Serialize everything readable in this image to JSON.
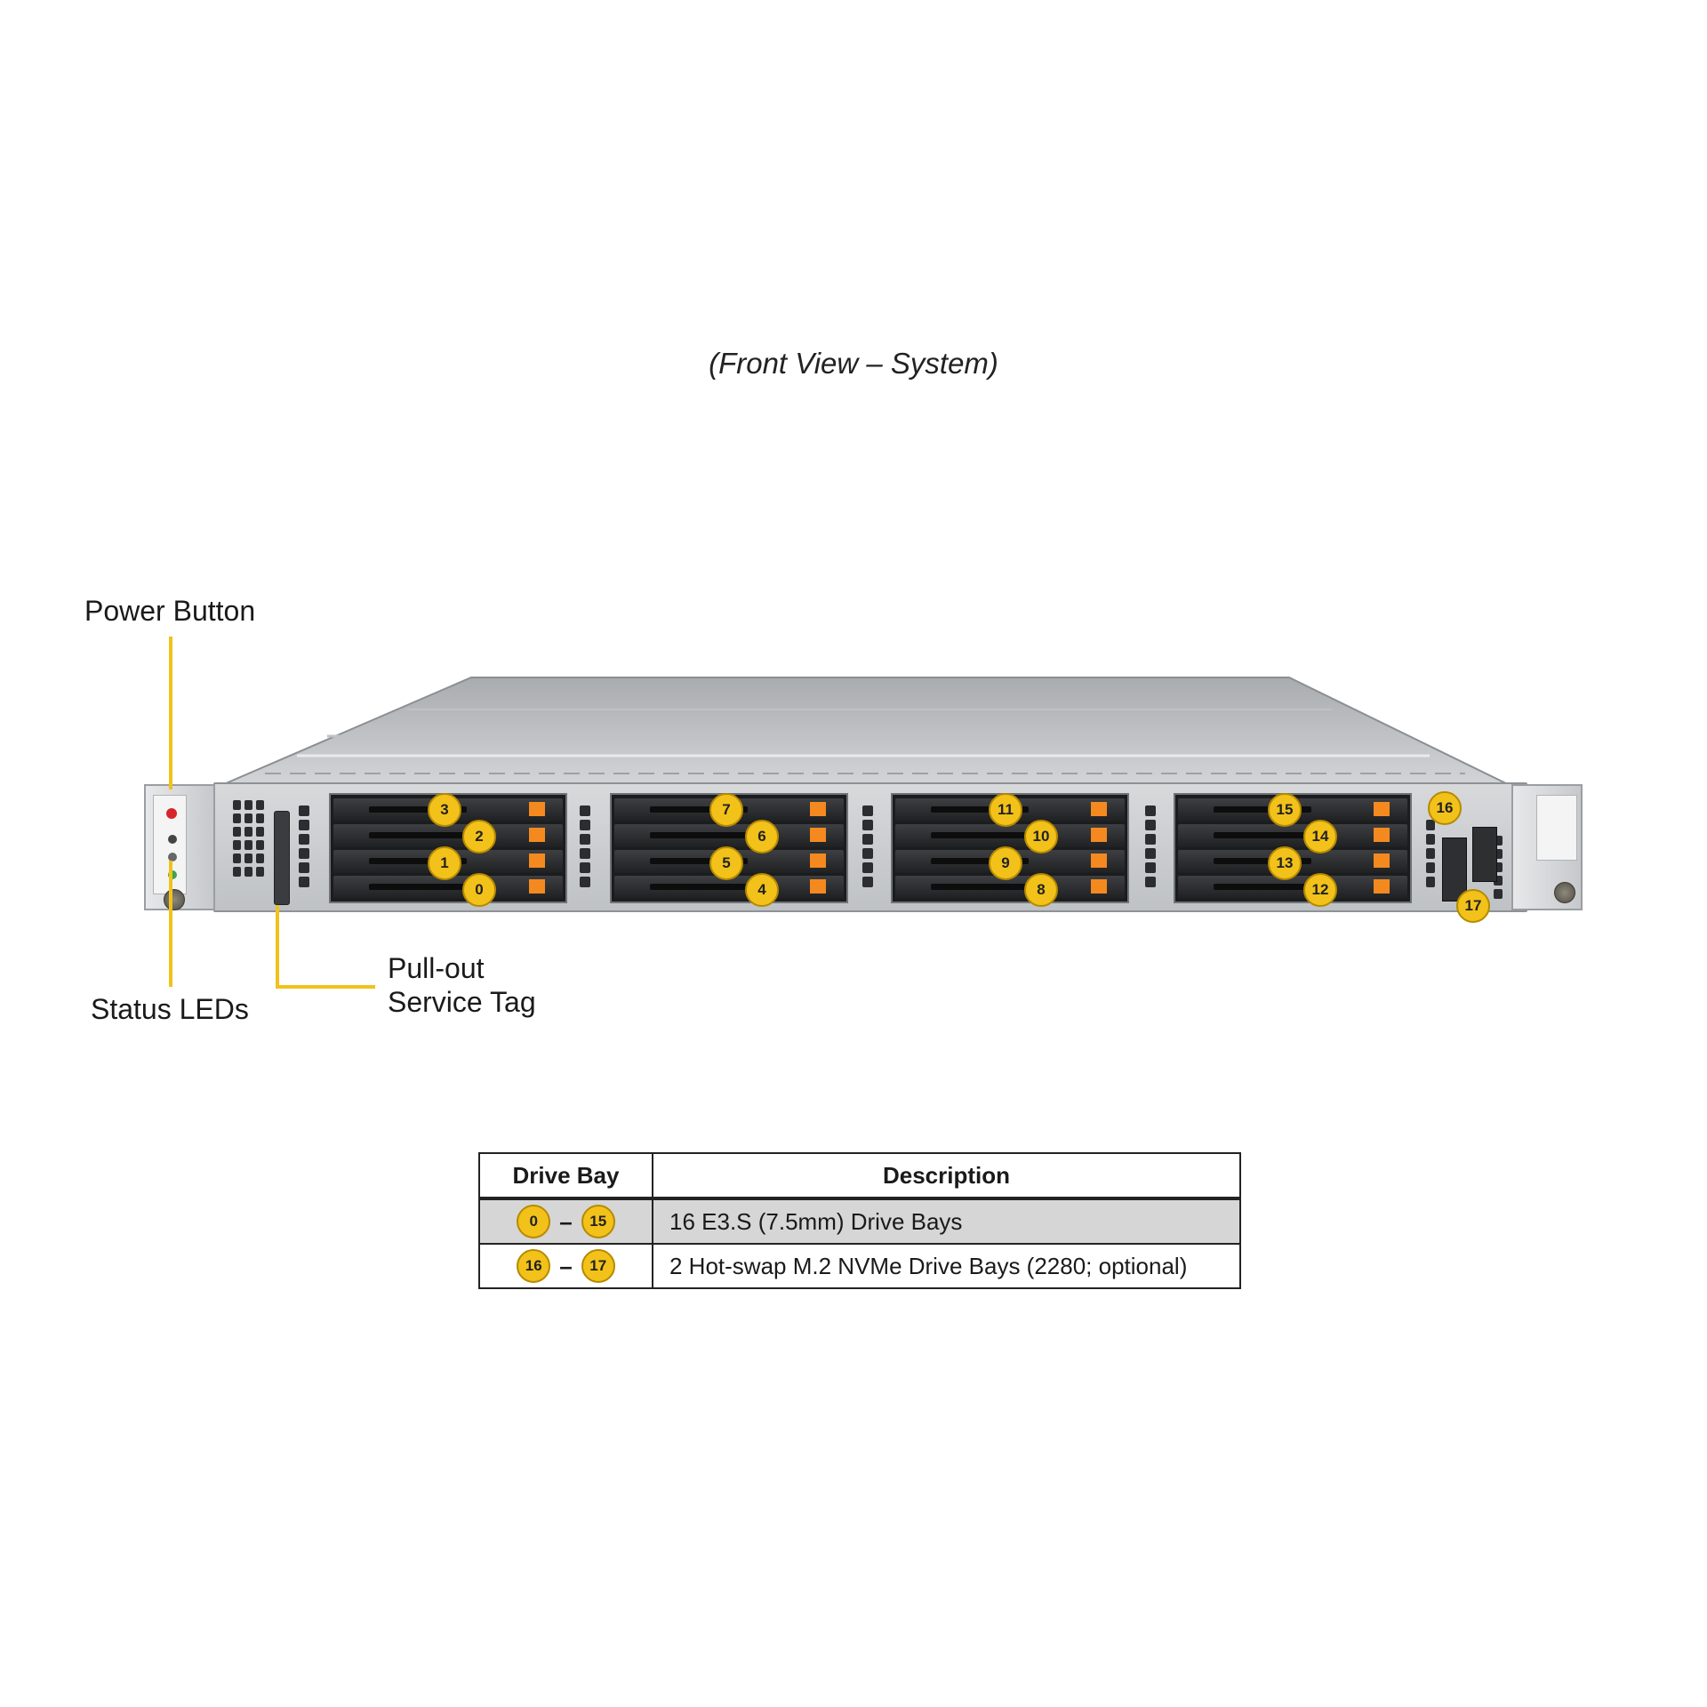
{
  "title": "(Front View – System)",
  "callouts": {
    "power_button": "Power Button",
    "status_leds": "Status LEDs",
    "service_tag_line1": "Pull-out",
    "service_tag_line2": "Service Tag"
  },
  "cages": [
    {
      "bays": [
        "3",
        "2",
        "1",
        "0"
      ]
    },
    {
      "bays": [
        "7",
        "6",
        "5",
        "4"
      ]
    },
    {
      "bays": [
        "11",
        "10",
        "9",
        "8"
      ]
    },
    {
      "bays": [
        "15",
        "14",
        "13",
        "12"
      ]
    }
  ],
  "m2_bays": [
    "16",
    "17"
  ],
  "table": {
    "headers": [
      "Drive Bay",
      "Description"
    ],
    "rows": [
      {
        "from": "0",
        "to": "15",
        "sep": "–",
        "description": "16 E3.S (7.5mm) Drive Bays"
      },
      {
        "from": "16",
        "to": "17",
        "sep": "–",
        "description": "2 Hot-swap M.2 NVMe Drive Bays (2280; optional)"
      }
    ]
  },
  "colors": {
    "badge": "#f2c21a",
    "leader": "#f0c21b",
    "drive_tab": "#f4891f",
    "chassis": "#c8cbce"
  }
}
